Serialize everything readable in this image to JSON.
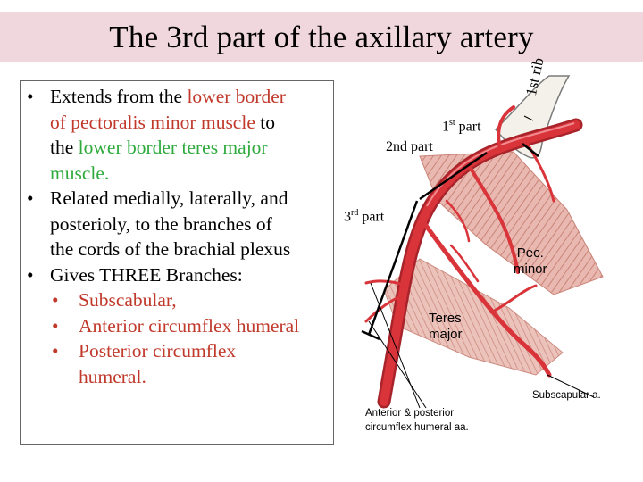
{
  "title": "The 3rd part of the axillary artery",
  "bullets": {
    "b1": {
      "t1": "Extends from the ",
      "t2": "lower border",
      "t3": "of pectoralis minor muscle",
      "t4": " to",
      "t5": "the ",
      "t6": "lower border teres major",
      "t7": "muscle."
    },
    "b2": {
      "l1": "Related medially, laterally, and",
      "l2": "posterioly, to the branches of",
      "l3": "the cords of the brachial plexus"
    },
    "b3": "Gives THREE Branches:",
    "subs": [
      "Subscabular,",
      "Anterior circumflex humeral",
      "Posterior circumflex",
      "humeral."
    ],
    "bullet_char": "•"
  },
  "diagram": {
    "labels": {
      "first_rib": "1st rib",
      "first_part_n": "1",
      "first_part_sup": "st",
      "first_part_word": " part",
      "second_part": "2nd part",
      "third_part_n": "3",
      "third_part_sup": "rd",
      "third_part_word": "  part",
      "pec_minor_1": "Pec.",
      "pec_minor_2": "minor",
      "teres_1": "Teres",
      "teres_2": "major",
      "subscapular": "Subscapular a.",
      "circumflex_1": "Anterior & posterior",
      "circumflex_2": "circumflex humeral aa."
    },
    "colors": {
      "artery": "#d9343a",
      "artery_dark": "#a8232a",
      "muscle": "#e9b8b0",
      "muscle_stripe": "#c98478",
      "rib": "#f3f1ea",
      "title_bg": "#f0d7de",
      "lower_border_text": "#c0392b",
      "teres_text": "#2eaa3c"
    }
  }
}
